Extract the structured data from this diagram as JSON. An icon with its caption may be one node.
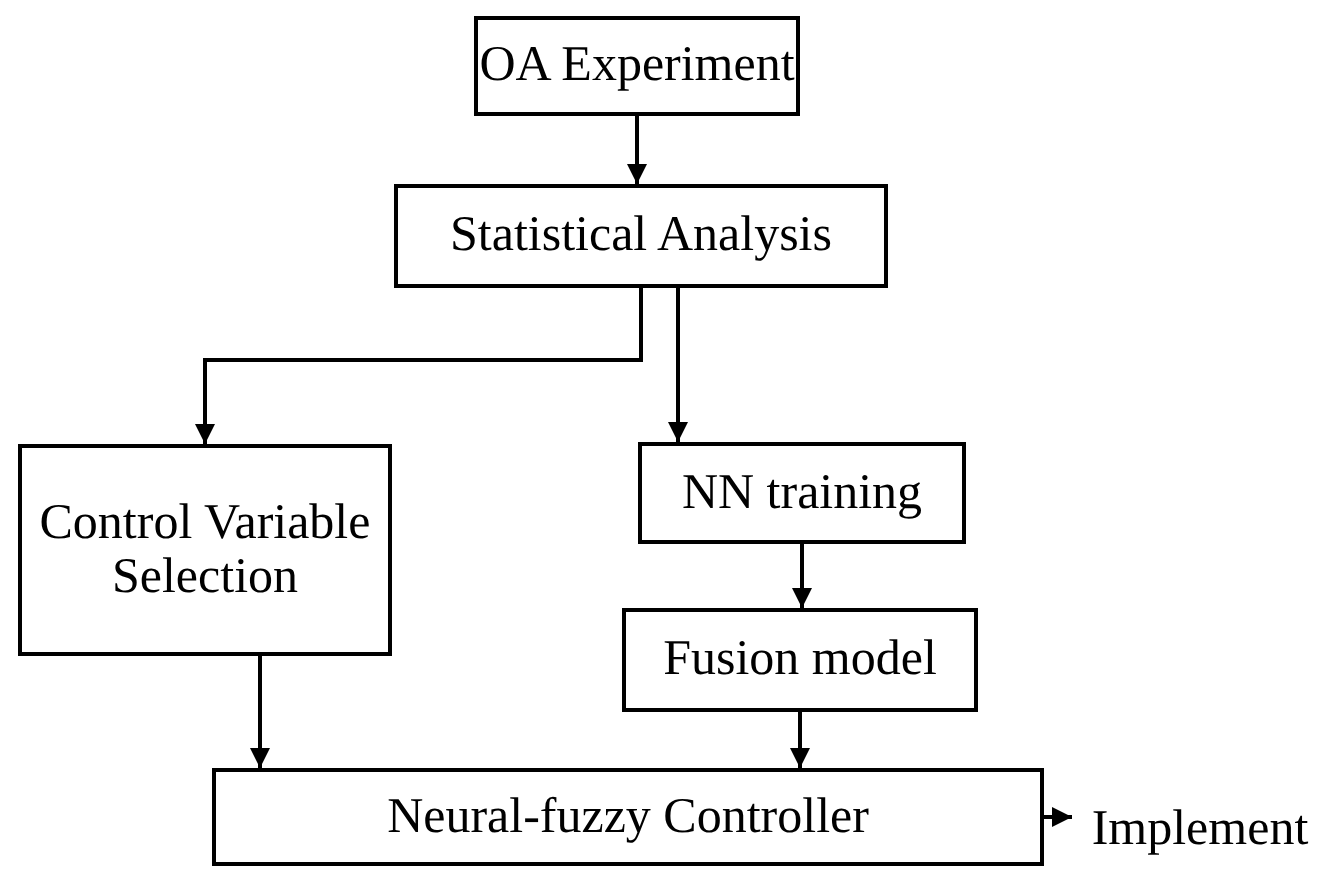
{
  "diagram": {
    "nodes": [
      {
        "text": [
          "OA Experiment"
        ]
      },
      {
        "text": [
          "Statistical Analysis"
        ]
      },
      {
        "text": [
          "Control Variable Selection"
        ]
      },
      {
        "text": [
          "NN training"
        ]
      },
      {
        "text": [
          "Fusion model"
        ]
      },
      {
        "text": [
          "Neural-fuzzy Controller"
        ]
      },
      {
        "text": [
          "Implement"
        ]
      }
    ],
    "edges": [
      {
        "from": 0,
        "to": 1,
        "arrow": "to"
      },
      {
        "from": 1,
        "to": 2,
        "arrow": "to"
      },
      {
        "from": 1,
        "to": 3,
        "arrow": "to"
      },
      {
        "from": 3,
        "to": 4,
        "arrow": "to"
      },
      {
        "from": 2,
        "to": 5,
        "arrow": "to"
      },
      {
        "from": 4,
        "to": 5,
        "arrow": "to"
      },
      {
        "from": 5,
        "to": 6,
        "arrow": "to"
      }
    ]
  }
}
